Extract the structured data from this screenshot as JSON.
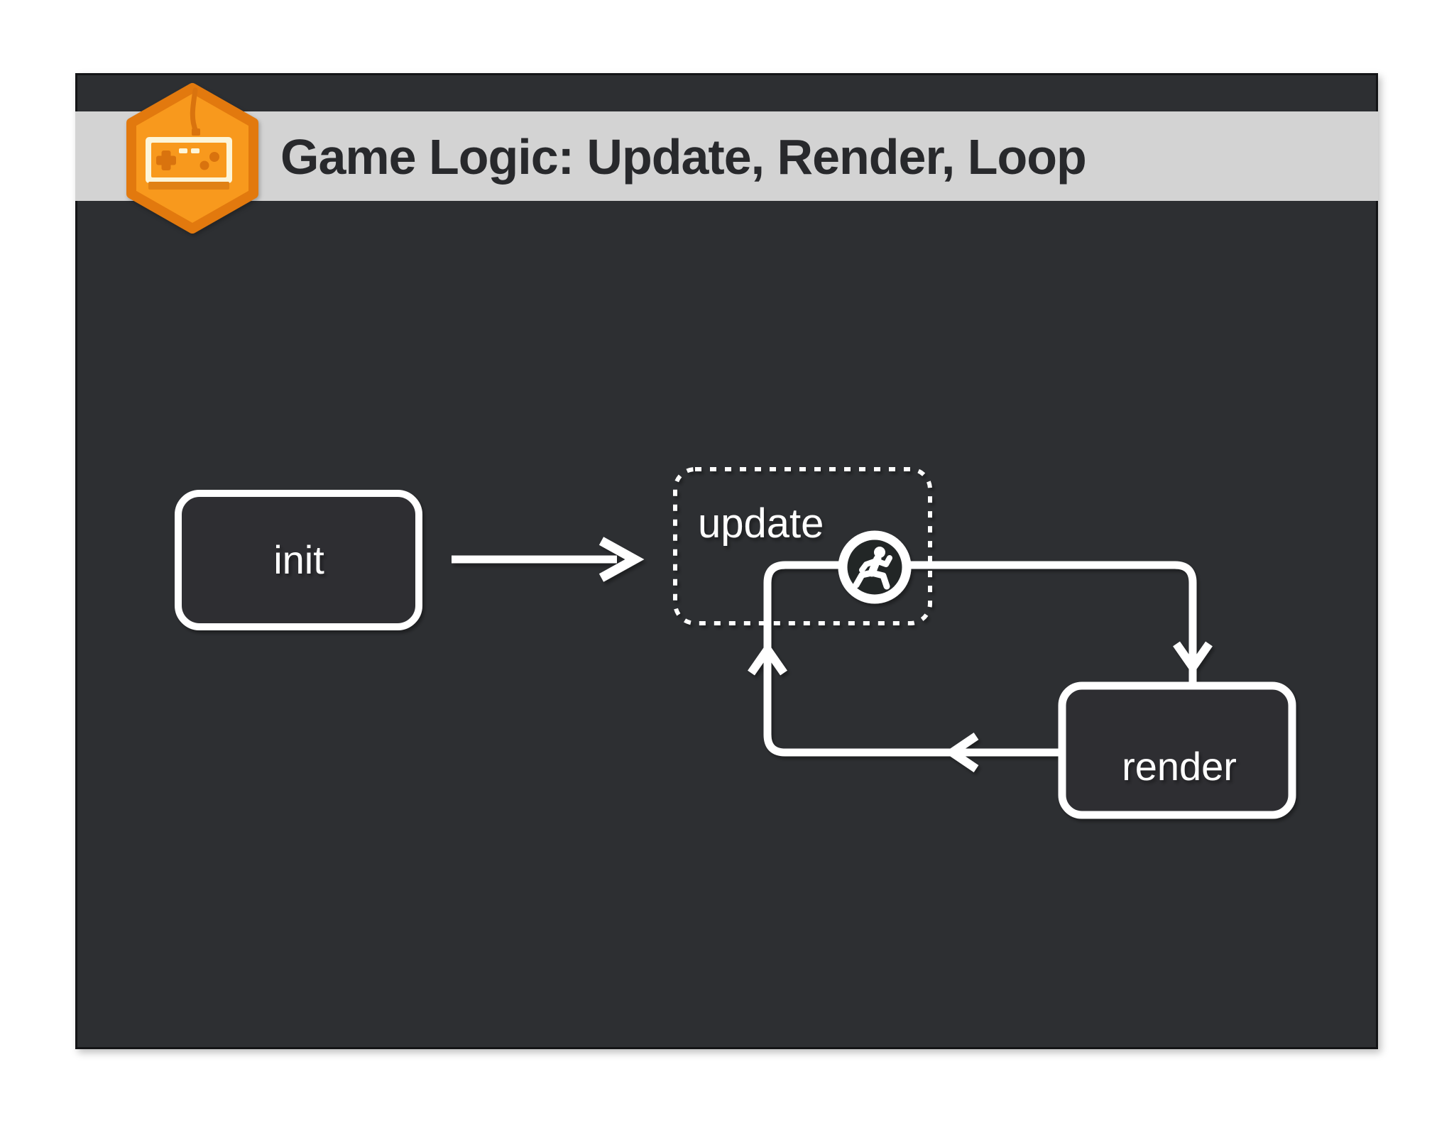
{
  "slide": {
    "title": "Game Logic: Update, Render, Loop",
    "badge_icon": "gamepad-hexagon-badge"
  },
  "diagram": {
    "nodes": [
      {
        "id": "init",
        "label": "init",
        "style": "solid-rounded-box"
      },
      {
        "id": "update",
        "label": "update",
        "style": "dashed-rounded-box",
        "icon": "running-person-icon"
      },
      {
        "id": "render",
        "label": "render",
        "style": "solid-rounded-box"
      }
    ],
    "edges": [
      {
        "from": "init",
        "to": "update",
        "type": "straight-arrow-right"
      },
      {
        "from": "update",
        "to": "render",
        "type": "loop-corner-arrow-down"
      },
      {
        "from": "render",
        "to": "update",
        "type": "loop-corner-arrow-left-up"
      }
    ]
  },
  "colors": {
    "slide_background": "#2d2f32",
    "header_bar": "#d3d3d3",
    "title_text": "#28292c",
    "diagram_stroke": "#ffffff",
    "badge_orange": "#f8991d",
    "badge_orange_dark": "#e2790e",
    "badge_detail_orange": "#d9730e",
    "badge_cream": "#fdf5d8",
    "page_background": "#ffffff"
  }
}
